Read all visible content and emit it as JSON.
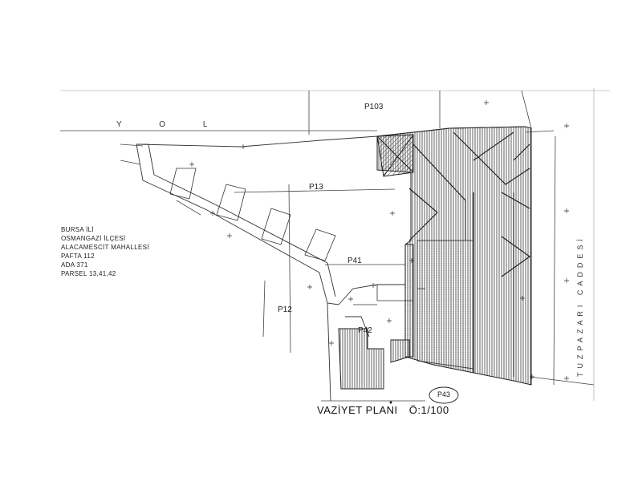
{
  "road_label": "Y O L",
  "parcels": {
    "p103": "P103",
    "p13": "P13",
    "p41": "P41",
    "p12": "P12",
    "p42": "P42",
    "p43": "P43"
  },
  "info_block": {
    "line1": "BURSA İLİ",
    "line2": "OSMANGAZİ İLÇESİ",
    "line3": "ALACAMESCİT MAHALLESİ",
    "line4": "PAFTA 112",
    "line5": "ADA 371",
    "line6": "PARSEL 13,41,42"
  },
  "street_label": "TUZPAZARI CADDESİ",
  "title": {
    "text": "VAZİYET PLANI",
    "scale": "Ö:1/100"
  },
  "colors": {
    "line": "#333333",
    "hatch": "#3a3a3a",
    "paper": "#ffffff"
  }
}
